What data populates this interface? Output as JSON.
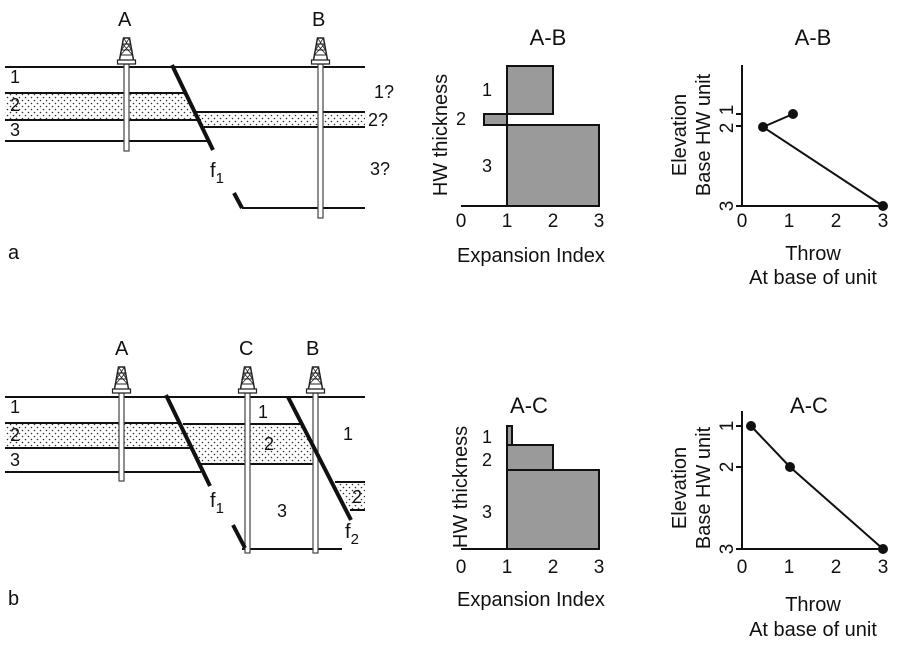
{
  "panels": [
    {
      "panel_label": "a",
      "section": {
        "wells": [
          "A",
          "B"
        ],
        "layers_left": [
          "1",
          "2",
          "3"
        ],
        "layers_right": [
          "1?",
          "2?",
          "3?"
        ],
        "faults": [
          {
            "name": "f",
            "sub": "1"
          }
        ]
      },
      "ei_chart": {
        "title": "A-B",
        "ylabel": "HW thickness",
        "xlabel": "Expansion  Index",
        "xticks": [
          "0",
          "1",
          "2",
          "3"
        ],
        "units": [
          "1",
          "2",
          "3"
        ]
      },
      "throw_chart": {
        "title": "A-B",
        "ylabel_lines": [
          "Elevation",
          "Base HW unit"
        ],
        "xlabel_lines": [
          "Throw",
          "At base of unit"
        ],
        "xticks": [
          "0",
          "1",
          "2",
          "3"
        ],
        "yticks": [
          "1",
          "2",
          "3"
        ]
      }
    },
    {
      "panel_label": "b",
      "section": {
        "wells": [
          "A",
          "C",
          "B"
        ],
        "layers_left": [
          "1",
          "2",
          "3"
        ],
        "layers_mid": [
          "1",
          "2",
          "3"
        ],
        "layers_right": [
          "1",
          "2"
        ],
        "faults": [
          {
            "name": "f",
            "sub": "1"
          },
          {
            "name": "f",
            "sub": "2"
          }
        ]
      },
      "ei_chart": {
        "title": "A-C",
        "ylabel": "HW thickness",
        "xlabel": "Expansion  Index",
        "xticks": [
          "0",
          "1",
          "2",
          "3"
        ],
        "units": [
          "1",
          "2",
          "3"
        ]
      },
      "throw_chart": {
        "title": "A-C",
        "ylabel_lines": [
          "Elevation",
          "Base HW unit"
        ],
        "xlabel_lines": [
          "Throw",
          "At base of unit"
        ],
        "xticks": [
          "0",
          "1",
          "2",
          "3"
        ],
        "yticks": [
          "1",
          "2",
          "3"
        ]
      }
    }
  ],
  "chart_data": [
    {
      "type": "bar",
      "title": "A-B",
      "orientation": "horizontal",
      "xlabel": "Expansion  Index",
      "ylabel": "HW thickness",
      "xlim": [
        0,
        3
      ],
      "categories": [
        "1",
        "2",
        "3"
      ],
      "values": [
        2.0,
        0.5,
        3.0
      ]
    },
    {
      "type": "line",
      "title": "A-B",
      "xlabel": "Throw At base of unit",
      "ylabel": "Elevation Base HW unit",
      "xlim": [
        0,
        3
      ],
      "y_categories": [
        "1",
        "2",
        "3"
      ],
      "points": [
        {
          "unit": "1",
          "throw": 1.0
        },
        {
          "unit": "2",
          "throw": 0.4
        },
        {
          "unit": "3",
          "throw": 3.0
        }
      ]
    },
    {
      "type": "bar",
      "title": "A-C",
      "orientation": "horizontal",
      "xlabel": "Expansion  Index",
      "ylabel": "HW thickness",
      "xlim": [
        0,
        3
      ],
      "categories": [
        "1",
        "2",
        "3"
      ],
      "values": [
        1.1,
        2.0,
        3.0
      ]
    },
    {
      "type": "line",
      "title": "A-C",
      "xlabel": "Throw At base of unit",
      "ylabel": "Elevation Base HW unit",
      "xlim": [
        0,
        3
      ],
      "y_categories": [
        "1",
        "2",
        "3"
      ],
      "points": [
        {
          "unit": "1",
          "throw": 0.2
        },
        {
          "unit": "2",
          "throw": 1.0
        },
        {
          "unit": "3",
          "throw": 3.0
        }
      ]
    }
  ]
}
